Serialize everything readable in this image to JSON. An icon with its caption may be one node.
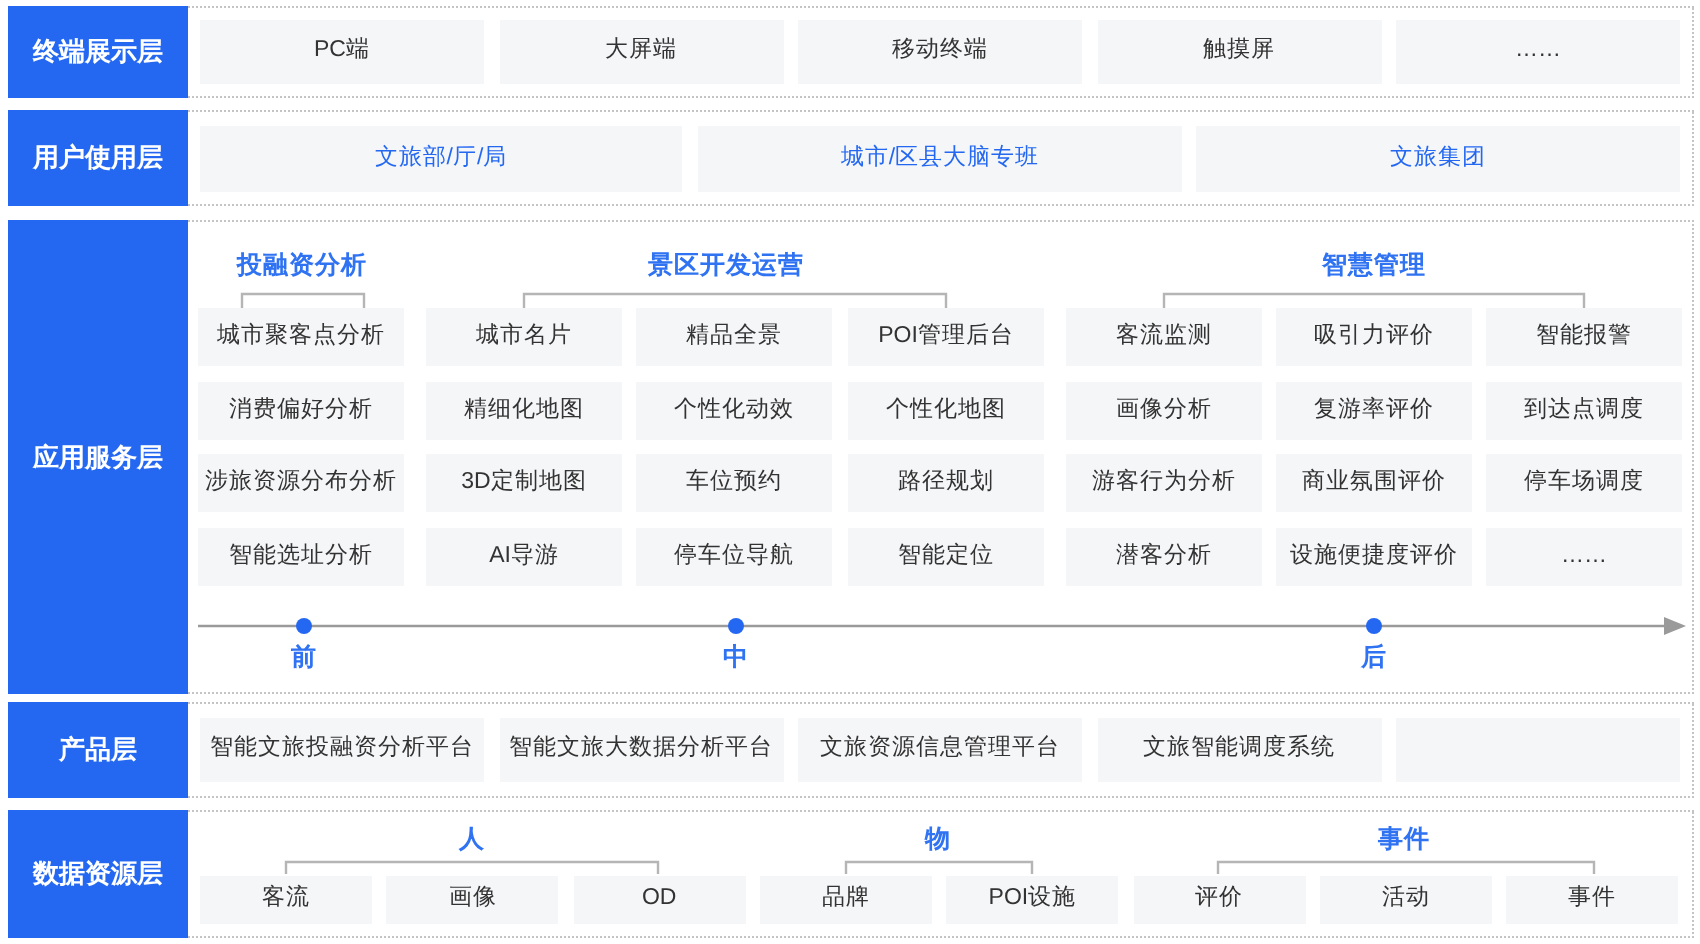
{
  "diagram": {
    "nodes": [
      {
        "text": [
          "终端展示层"
        ]
      },
      {
        "text": [
          "PC端"
        ],
        "in": 0
      },
      {
        "text": [
          "大屏端"
        ],
        "in": 0
      },
      {
        "text": [
          "移动终端"
        ],
        "in": 0
      },
      {
        "text": [
          "触摸屏"
        ],
        "in": 0
      },
      {
        "text": [
          "……"
        ],
        "in": 0
      },
      {
        "text": [
          "用户使用层"
        ]
      },
      {
        "text": [
          "文旅部/厅/局"
        ],
        "in": 6
      },
      {
        "text": [
          "城市/区县大脑专班"
        ],
        "in": 6
      },
      {
        "text": [
          "文旅集团"
        ],
        "in": 6
      },
      {
        "text": [
          "应用服务层"
        ]
      },
      {
        "text": [
          "城市聚客点分析"
        ],
        "in": 10
      },
      {
        "text": [
          "城市名片"
        ],
        "in": 10
      },
      {
        "text": [
          "精品全景"
        ],
        "in": 10
      },
      {
        "text": [
          "POI管理后台"
        ],
        "in": 10
      },
      {
        "text": [
          "客流监测"
        ],
        "in": 10
      },
      {
        "text": [
          "吸引力评价"
        ],
        "in": 10
      },
      {
        "text": [
          "智能报警"
        ],
        "in": 10
      },
      {
        "text": [
          "消费偏好分析"
        ],
        "in": 10
      },
      {
        "text": [
          "精细化地图"
        ],
        "in": 10
      },
      {
        "text": [
          "个性化动效"
        ],
        "in": 10
      },
      {
        "text": [
          "个性化地图"
        ],
        "in": 10
      },
      {
        "text": [
          "画像分析"
        ],
        "in": 10
      },
      {
        "text": [
          "复游率评价"
        ],
        "in": 10
      },
      {
        "text": [
          "到达点调度"
        ],
        "in": 10
      },
      {
        "text": [
          "涉旅资源分布分析"
        ],
        "in": 10
      },
      {
        "text": [
          "3D定制地图"
        ],
        "in": 10
      },
      {
        "text": [
          "车位预约"
        ],
        "in": 10
      },
      {
        "text": [
          "路径规划"
        ],
        "in": 10
      },
      {
        "text": [
          "游客行为分析"
        ],
        "in": 10
      },
      {
        "text": [
          "商业氛围评价"
        ],
        "in": 10
      },
      {
        "text": [
          "停车场调度"
        ],
        "in": 10
      },
      {
        "text": [
          "智能选址分析"
        ],
        "in": 10
      },
      {
        "text": [
          "AI导游"
        ],
        "in": 10
      },
      {
        "text": [
          "停车位导航"
        ],
        "in": 10
      },
      {
        "text": [
          "智能定位"
        ],
        "in": 10
      },
      {
        "text": [
          "潜客分析"
        ],
        "in": 10
      },
      {
        "text": [
          "设施便捷度评价"
        ],
        "in": 10
      },
      {
        "text": [
          "……"
        ],
        "in": 10
      },
      {
        "text": [
          "产品层"
        ]
      },
      {
        "text": [
          "智能文旅投融资分析平台"
        ],
        "in": 39
      },
      {
        "text": [
          "智能文旅大数据分析平台"
        ],
        "in": 39
      },
      {
        "text": [
          "文旅资源信息管理平台"
        ],
        "in": 39
      },
      {
        "text": [
          "文旅智能调度系统"
        ],
        "in": 39
      },
      {
        "text": [],
        "shape": "box",
        "in": 39
      },
      {
        "text": [
          "数据资源层"
        ]
      },
      {
        "text": [
          "客流"
        ],
        "in": 45
      },
      {
        "text": [
          "画像"
        ],
        "in": 45
      },
      {
        "text": [
          "OD"
        ],
        "in": 45
      },
      {
        "text": [
          "品牌"
        ],
        "in": 45
      },
      {
        "text": [
          "POI设施"
        ],
        "in": 45
      },
      {
        "text": [
          "评价"
        ],
        "in": 45
      },
      {
        "text": [
          "活动"
        ],
        "in": 45
      },
      {
        "text": [
          "事件"
        ],
        "in": 45
      }
    ],
    "labels": [
      "投融资分析",
      "景区开发运营",
      "智慧管理",
      "前",
      "中",
      "后",
      "人",
      "物",
      "事件"
    ]
  }
}
